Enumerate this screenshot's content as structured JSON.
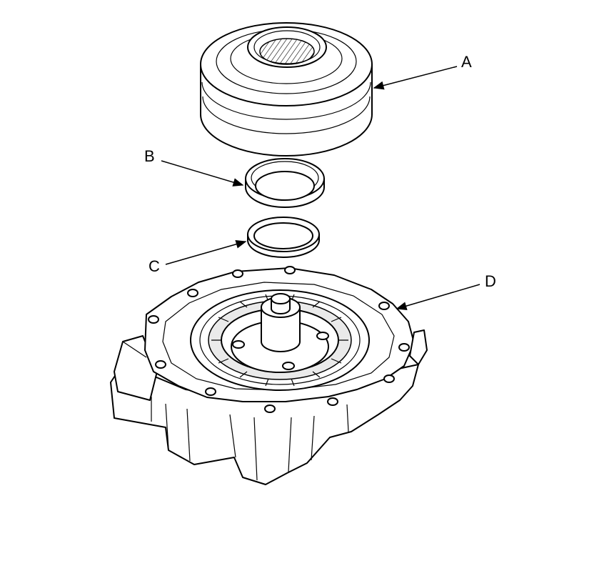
{
  "callouts": {
    "a": "A",
    "b": "B",
    "c": "C",
    "d": "D"
  },
  "colors": {
    "line": "#000000",
    "background": "#ffffff",
    "shade": "#eaeaea"
  }
}
